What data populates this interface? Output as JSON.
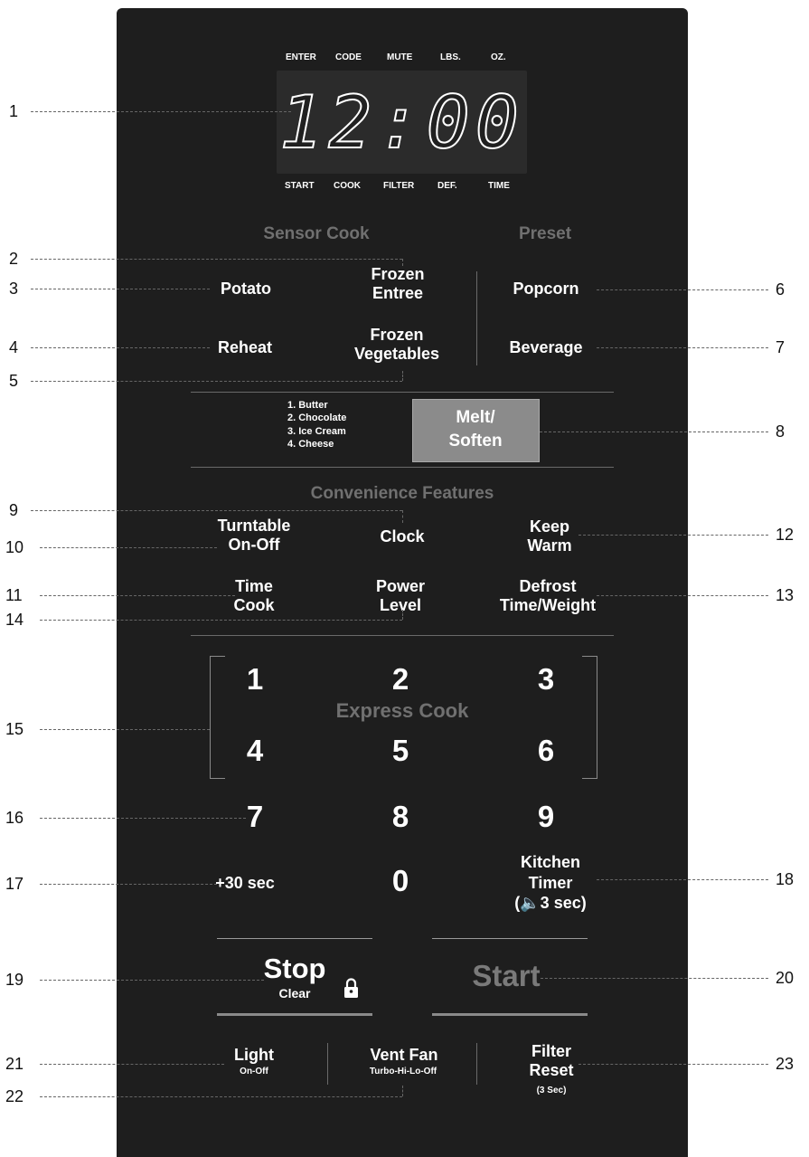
{
  "display": {
    "top_labels": [
      "ENTER",
      "CODE",
      "MUTE",
      "LBS.",
      "OZ."
    ],
    "bottom_labels": [
      "START",
      "COOK",
      "FILTER",
      "DEF.",
      "TIME"
    ],
    "digits": "12:00"
  },
  "sections": {
    "sensor_cook": "Sensor Cook",
    "preset": "Preset",
    "convenience": "Convenience Features",
    "express_cook": "Express Cook"
  },
  "buttons": {
    "potato": "Potato",
    "frozen_entree": [
      "Frozen",
      "Entree"
    ],
    "reheat": "Reheat",
    "frozen_vegetables": [
      "Frozen",
      "Vegetables"
    ],
    "popcorn": "Popcorn",
    "beverage": "Beverage",
    "melt_soften": [
      "Melt/",
      "Soften"
    ],
    "melt_options": [
      "1. Butter",
      "2. Chocolate",
      "3. Ice Cream",
      "4. Cheese"
    ],
    "turntable": [
      "Turntable",
      "On-Off"
    ],
    "clock": "Clock",
    "keep_warm": [
      "Keep",
      "Warm"
    ],
    "time_cook": [
      "Time",
      "Cook"
    ],
    "power_level": [
      "Power",
      "Level"
    ],
    "defrost": [
      "Defrost",
      "Time/Weight"
    ],
    "numbers": [
      "1",
      "2",
      "3",
      "4",
      "5",
      "6",
      "7",
      "8",
      "9",
      "0"
    ],
    "plus30": "+30 sec",
    "kitchen_timer": [
      "Kitchen",
      "Timer",
      "(🔈3 sec)"
    ],
    "stop": "Stop",
    "clear": "Clear",
    "start": "Start",
    "light": "Light",
    "light_sub": "On-Off",
    "vent_fan": "Vent Fan",
    "vent_fan_sub": "Turbo-Hi-Lo-Off",
    "filter_reset": [
      "Filter",
      "Reset"
    ],
    "filter_reset_sub": "(3 Sec)"
  },
  "callouts": [
    "1",
    "2",
    "3",
    "4",
    "5",
    "6",
    "7",
    "8",
    "9",
    "10",
    "11",
    "12",
    "13",
    "14",
    "15",
    "16",
    "17",
    "18",
    "19",
    "20",
    "21",
    "22",
    "23"
  ],
  "colors": {
    "panel": "#1e1e1e",
    "text": "#ffffff",
    "section_label": "#707070",
    "melt_button": "#8b8b8b"
  }
}
